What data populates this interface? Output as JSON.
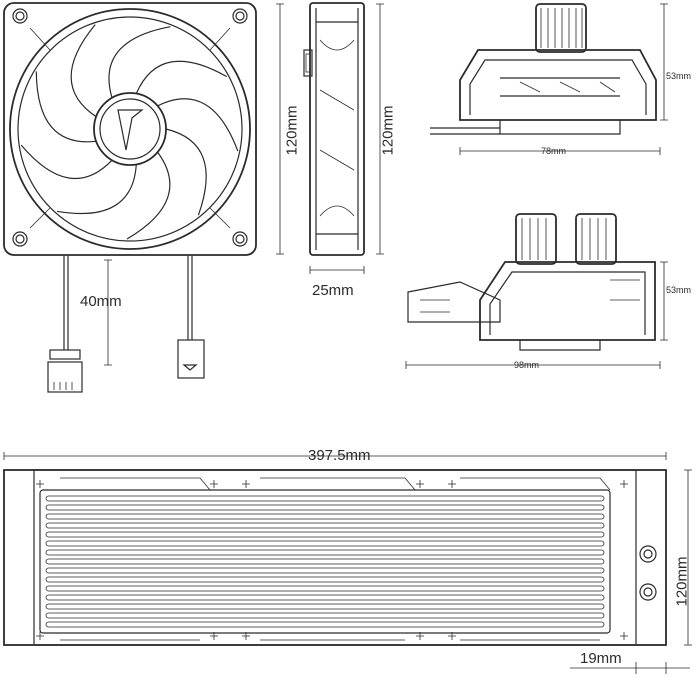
{
  "dimensions": {
    "fan_height": "120mm",
    "fan_side_height": "120mm",
    "fan_depth": "25mm",
    "cable_length": "40mm",
    "pump_top_height": "53mm",
    "pump_top_width": "78mm",
    "pump_side_height": "53mm",
    "pump_side_width": "98mm",
    "radiator_length": "397.5mm",
    "radiator_height": "120mm",
    "radiator_thickness": "19mm"
  },
  "colors": {
    "line": "#2b2b2b",
    "background": "#ffffff"
  },
  "icons": [
    "fan-front-icon",
    "fan-side-icon",
    "pump-top-icon",
    "pump-side-icon",
    "radiator-icon",
    "connector-icon"
  ]
}
